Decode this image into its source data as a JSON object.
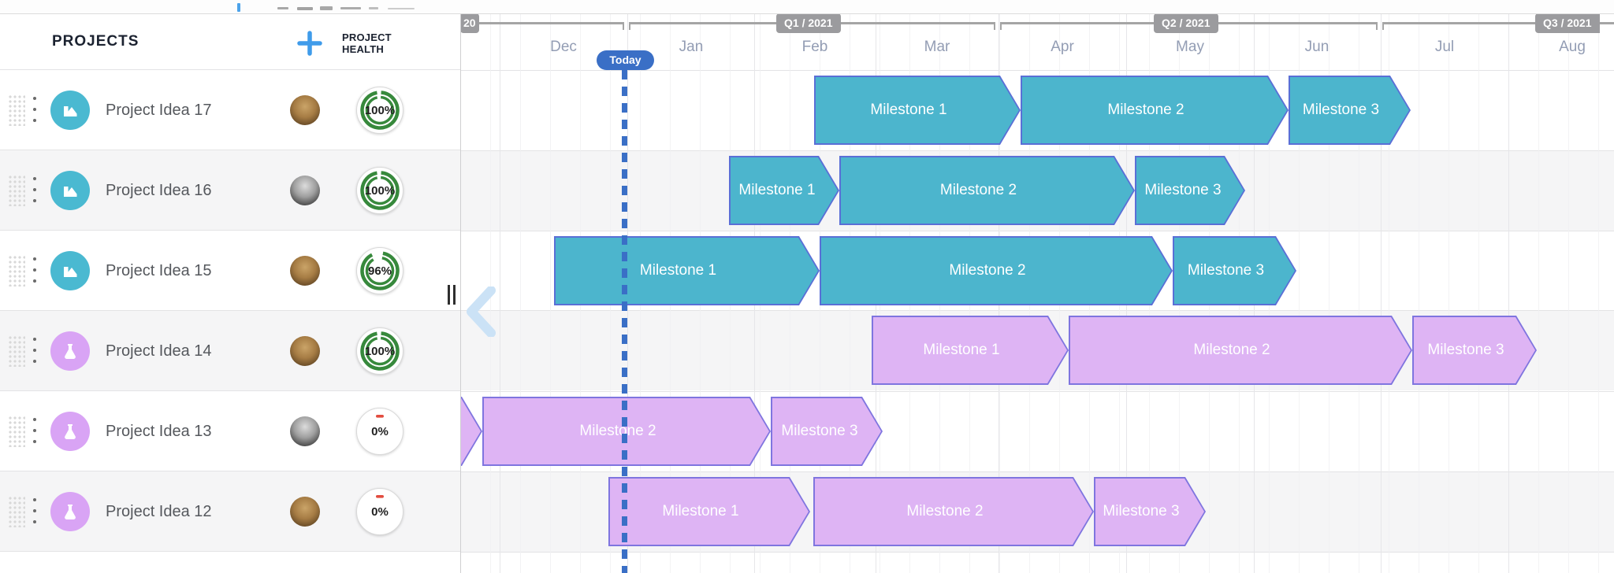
{
  "panel": {
    "title": "PROJECTS",
    "add_button_label": "+",
    "health_column_header": "PROJECT HEALTH"
  },
  "timeline": {
    "quarter_labels": [
      "20",
      "Q1 / 2021",
      "Q2 / 2021",
      "Q3 / 2021"
    ],
    "month_labels": [
      "Dec",
      "Jan",
      "Feb",
      "Mar",
      "Apr",
      "May",
      "Jun",
      "Jul",
      "Aug"
    ],
    "today_label": "Today"
  },
  "projects": [
    {
      "name": "Project Idea 17",
      "health": "100%",
      "health_value": 100,
      "icon": "chart-icon",
      "avatar": "lion-photo",
      "milestones": [
        "Milestone 1",
        "Milestone 2",
        "Milestone 3"
      ]
    },
    {
      "name": "Project Idea 16",
      "health": "100%",
      "health_value": 100,
      "icon": "chart-icon",
      "avatar": "man-photo",
      "milestones": [
        "Milestone 1",
        "Milestone 2",
        "Milestone 3"
      ]
    },
    {
      "name": "Project Idea 15",
      "health": "96%",
      "health_value": 96,
      "icon": "chart-icon",
      "avatar": "lion-photo",
      "milestones": [
        "Milestone 1",
        "Milestone 2",
        "Milestone 3"
      ]
    },
    {
      "name": "Project Idea 14",
      "health": "100%",
      "health_value": 100,
      "icon": "flask-icon",
      "avatar": "lion-photo",
      "milestones": [
        "Milestone 1",
        "Milestone 2",
        "Milestone 3"
      ]
    },
    {
      "name": "Project Idea 13",
      "health": "0%",
      "health_value": 0,
      "icon": "flask-icon",
      "avatar": "man-photo",
      "milestones": [
        "Milestone 2",
        "Milestone 3"
      ]
    },
    {
      "name": "Project Idea 12",
      "health": "0%",
      "health_value": 0,
      "icon": "flask-icon",
      "avatar": "lion-photo",
      "milestones": [
        "Milestone 1",
        "Milestone 2",
        "Milestone 3"
      ]
    }
  ],
  "colors": {
    "teal_bar": "#4cb5cd",
    "teal_bar_border": "#5a6fd6",
    "purple_bar": "#deb4f4",
    "purple_bar_border": "#7f75df",
    "teal_icon": "#4ab9d1",
    "purple_icon": "#d9a4f5",
    "health_green": "#37893c",
    "health_red_dash": "#e24c3f",
    "today_blue": "#3a6fc6",
    "add_button_blue": "#3f9bea",
    "quarter_badge_grey": "#9b9b9e"
  }
}
